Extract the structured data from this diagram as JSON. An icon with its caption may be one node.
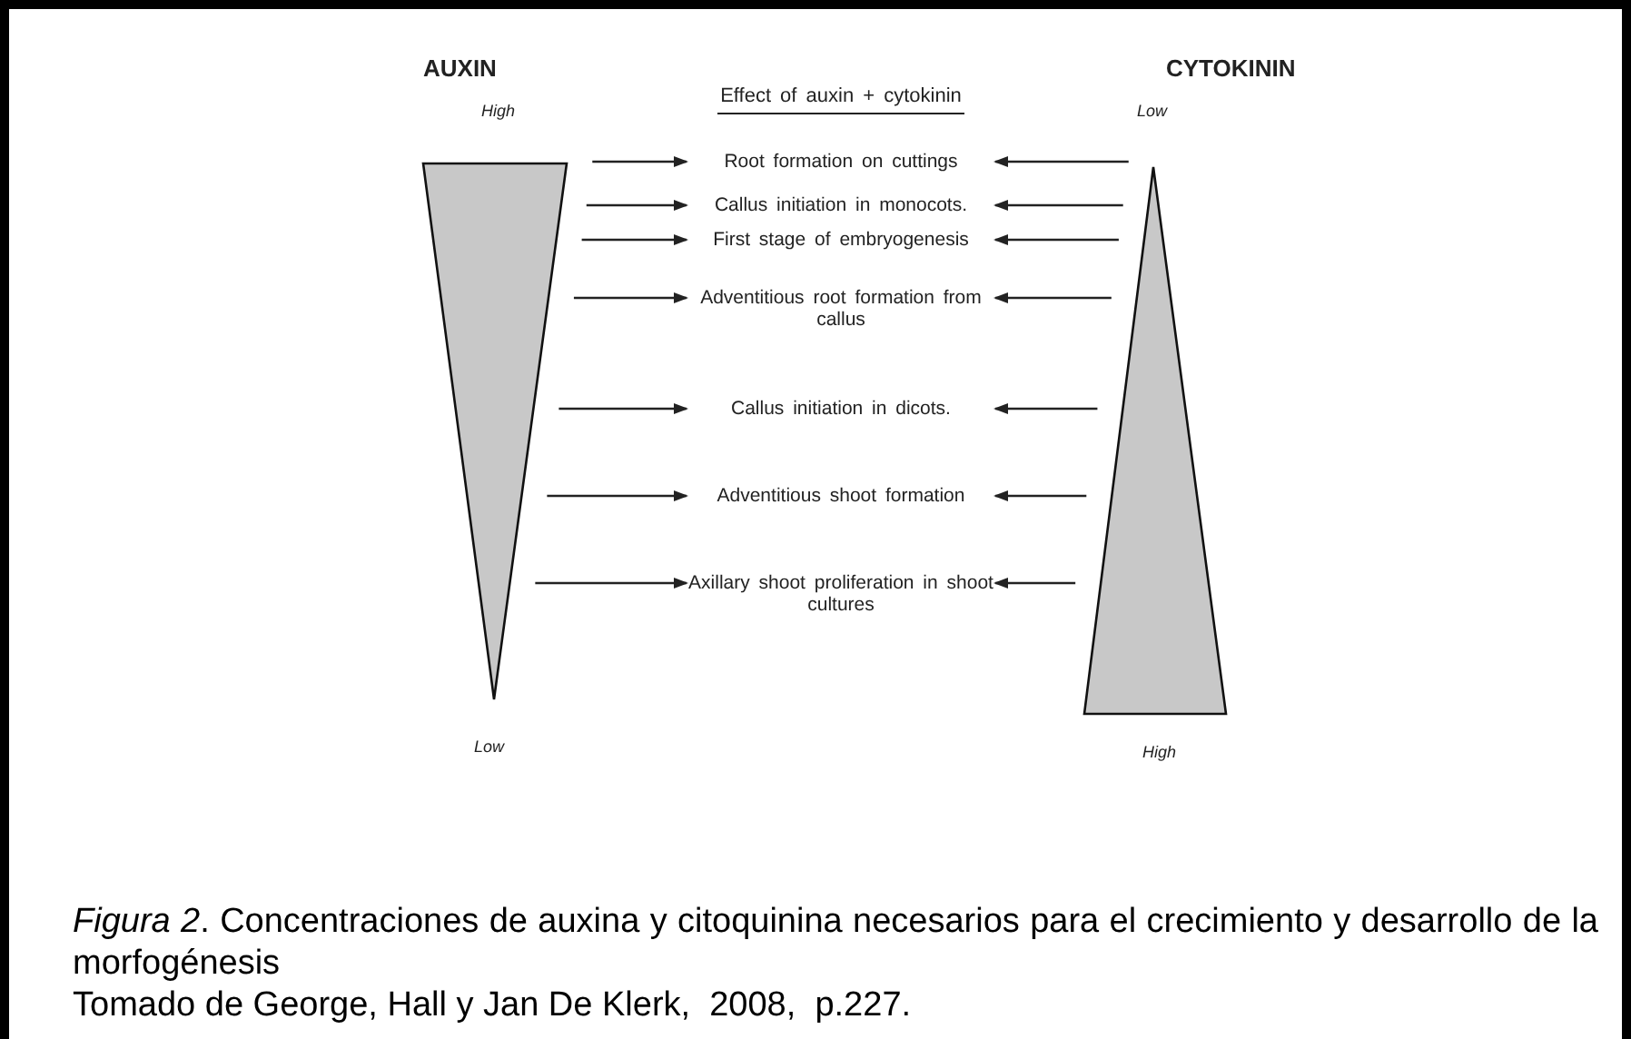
{
  "diagram": {
    "caption": "*Figura 2*. Concentraciones de auxina y citoquinina necesarios para el crecimiento y desarrollo de la morfogénesis",
    "nodes": [
      {
        "text": [
          "AUXIN"
        ],
        "beside": [
          "High",
          "Low"
        ]
      },
      {
        "text": [
          "CYTOKININ"
        ],
        "beside": [
          "Low",
          "High"
        ]
      },
      {
        "text": [
          "Root formation on cuttings"
        ]
      },
      {
        "text": [
          "Callus initiation in monocots."
        ]
      },
      {
        "text": [
          "First stage of embryogenesis"
        ]
      },
      {
        "text": [
          "Adventitious root formation from callus"
        ]
      },
      {
        "text": [
          "Callus initiation in dicots."
        ]
      },
      {
        "text": [
          "Adventitious shoot formation"
        ]
      },
      {
        "text": [
          "Axillary shoot proliferation in shoot cultures"
        ]
      }
    ],
    "edges": [
      {
        "from": 0,
        "to": 2,
        "arrow": "to"
      },
      {
        "from": 0,
        "to": 3,
        "arrow": "to"
      },
      {
        "from": 0,
        "to": 4,
        "arrow": "to"
      },
      {
        "from": 0,
        "to": 5,
        "arrow": "to"
      },
      {
        "from": 0,
        "to": 6,
        "arrow": "to"
      },
      {
        "from": 0,
        "to": 7,
        "arrow": "to"
      },
      {
        "from": 0,
        "to": 8,
        "arrow": "to"
      },
      {
        "from": 1,
        "to": 2,
        "arrow": "to"
      },
      {
        "from": 1,
        "to": 3,
        "arrow": "to"
      },
      {
        "from": 1,
        "to": 4,
        "arrow": "to"
      },
      {
        "from": 1,
        "to": 5,
        "arrow": "to"
      },
      {
        "from": 1,
        "to": 6,
        "arrow": "to"
      },
      {
        "from": 1,
        "to": 7,
        "arrow": "to"
      },
      {
        "from": 1,
        "to": 8,
        "arrow": "to"
      }
    ],
    "labels": [
      "Effect of auxin + cytokinin",
      "Tomado de George, Hall y Jan De Klerk,  2008,  p.227."
    ]
  }
}
